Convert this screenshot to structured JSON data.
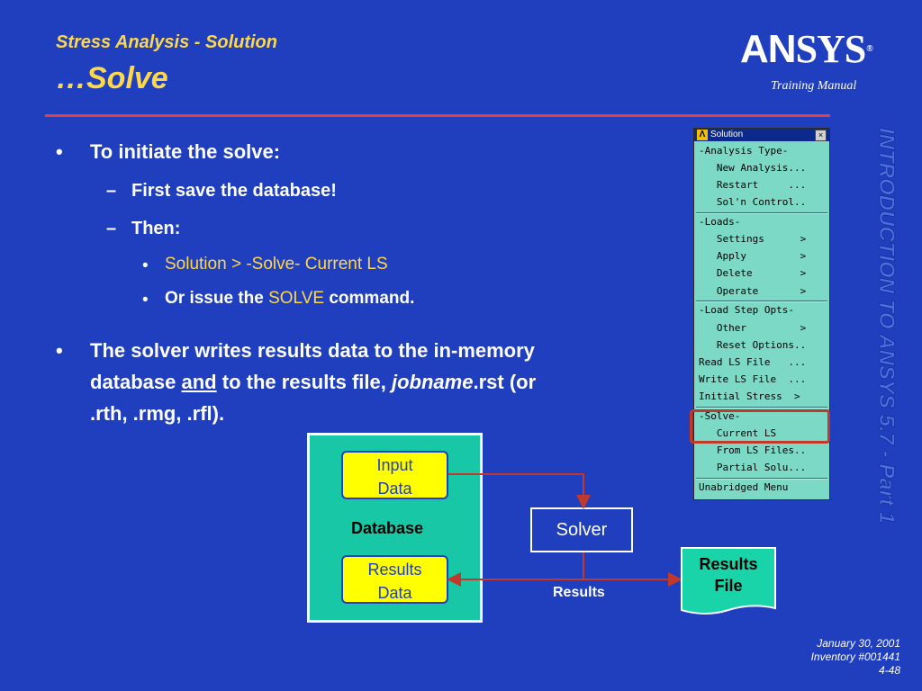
{
  "header": {
    "subtitle": "Stress Analysis  -  Solution",
    "title": "…Solve",
    "logo": "ANSYS",
    "logo_an": "AN",
    "logo_sys": "SYS",
    "logo_reg": "®",
    "training_manual": "Training Manual"
  },
  "bullets": {
    "b1": "To initiate the solve:",
    "b1_sub1": "First save the database!",
    "b1_sub2": "Then:",
    "b1_sub2_a": "Solution > -Solve- Current LS",
    "b1_sub2_b_pre": "Or issue the ",
    "b1_sub2_b_cmd": "SOLVE",
    "b1_sub2_b_post": " command.",
    "b2_line1": "The solver writes results data to the in-memory",
    "b2_line2_pre": "database ",
    "b2_line2_and": "and",
    "b2_line2_mid": " to the results file, ",
    "b2_line2_job": "jobname",
    "b2_line2_post": ".rst (or",
    "b2_line3": ".rth, .rmg, .rfl)."
  },
  "menu": {
    "title": "Solution",
    "logo_glyph": "Λ",
    "close": "×",
    "items": [
      "-Analysis Type-",
      "   New Analysis...",
      "   Restart     ...",
      "   Sol'n Control..",
      "-Loads-",
      "   Settings      >",
      "   Apply         >",
      "   Delete        >",
      "   Operate       >",
      "-Load Step Opts-",
      "   Other         >",
      "   Reset Options..",
      "Read LS File   ...",
      "Write LS File  ...",
      "Initial Stress  >",
      "-Solve-",
      "   Current LS",
      "   From LS Files..",
      "   Partial Solu...",
      "Unabridged Menu"
    ]
  },
  "diagram": {
    "input_data": [
      "Input",
      "Data"
    ],
    "database": "Database",
    "results_data": [
      "Results",
      "Data"
    ],
    "solver": "Solver",
    "results": "Results",
    "results_file": [
      "Results",
      "File"
    ]
  },
  "side_text": "INTRODUCTION TO ANSYS 5.7 - Part 1",
  "footer": {
    "date": "January 30, 2001",
    "inventory": "Inventory #001441",
    "page": "4-48"
  },
  "colors": {
    "background": "#1f3fbf",
    "title_yellow": "#ffd84a",
    "rule_red": "#e04040",
    "menu_bg": "#7cd9c6",
    "database_green": "#18c7a6",
    "data_yellow": "#ffff00",
    "arrow_red": "#c0392b"
  }
}
